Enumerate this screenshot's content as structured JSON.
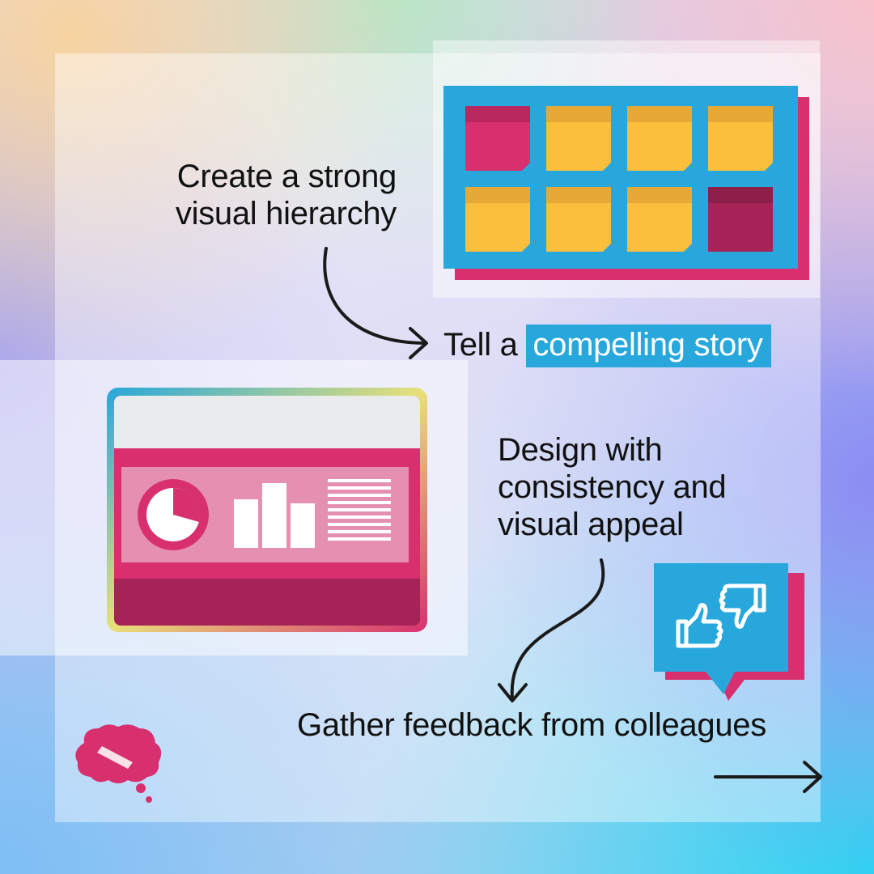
{
  "steps": {
    "hierarchy": {
      "line1": "Create a strong",
      "line2": "visual hierarchy"
    },
    "story": {
      "prefix": "Tell a",
      "highlight": "compelling story"
    },
    "design": {
      "line1": "Design with",
      "line2": "consistency and",
      "line3": "visual appeal"
    },
    "feedback": {
      "text": "Gather feedback from colleagues"
    }
  },
  "colors": {
    "blue": "#27a7db",
    "pink": "#d8306f",
    "dark_pink": "#a52357",
    "yellow": "#f9bf3d",
    "light_pink": "#e690b1"
  },
  "icons": [
    "sticky-notes-board-icon",
    "dashboard-icon",
    "thumbs-up-down-icon",
    "brain-logo-icon"
  ]
}
